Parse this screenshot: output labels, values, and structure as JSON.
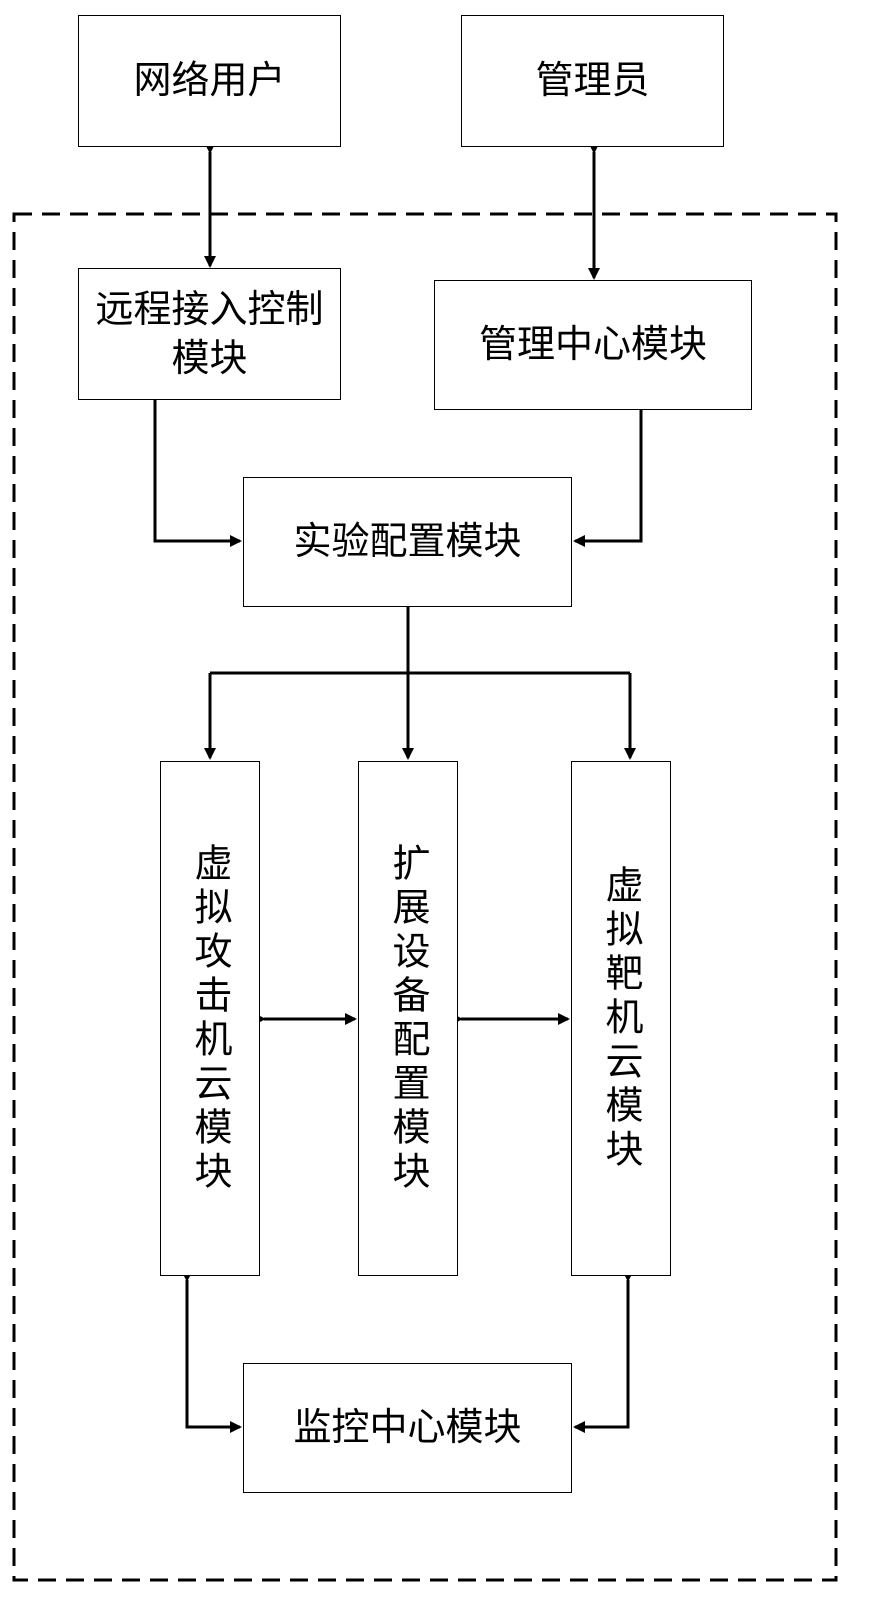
{
  "nodes": {
    "network_user": "网络用户",
    "administrator": "管理员",
    "remote_access": "远程接入控制模块",
    "management_center": "管理中心模块",
    "experiment_config": "实验配置模块",
    "virtual_attack_cloud": "虚拟攻击机云模块",
    "extended_device_config": "扩展设备配置模块",
    "virtual_target_cloud": "虚拟靶机云模块",
    "monitoring_center": "监控中心模块"
  },
  "colors": {
    "line": "#000000",
    "background": "#ffffff"
  }
}
